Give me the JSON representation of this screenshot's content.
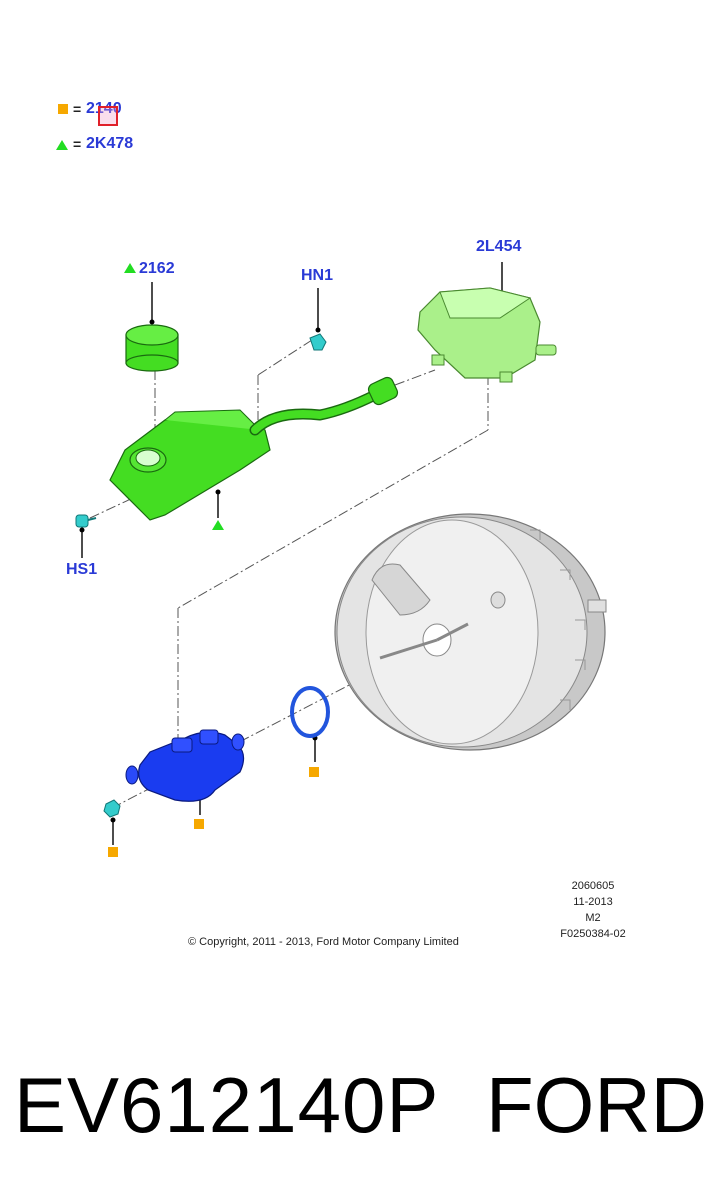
{
  "legend": {
    "square_code": "2140",
    "triangle_code": "2K478",
    "equals": "="
  },
  "labels": {
    "cap": "2162",
    "clip": "HN1",
    "reservoir_tank": "2L454",
    "screw": "HS1"
  },
  "meta": {
    "line1": "2060605",
    "line2": "11-2013",
    "line3": "M2",
    "line4": "F0250384-02"
  },
  "copyright": "© Copyright, 2011 - 2013, Ford Motor Company Limited",
  "footer": {
    "part_number": "EV612140P",
    "brand": "FORD"
  },
  "colors": {
    "label_blue": "#2a3ad6",
    "marker_orange": "#f6a800",
    "marker_green": "#22dd22",
    "reservoir_green": "#44dd22",
    "tank_green": "#aaf08a",
    "master_cylinder_blue": "#1a3cf0",
    "oring_blue": "#2255dd",
    "booster_gray": "#dcdcdc",
    "fastener_cyan": "#33cccc",
    "highlight_red": "#e0202a"
  }
}
